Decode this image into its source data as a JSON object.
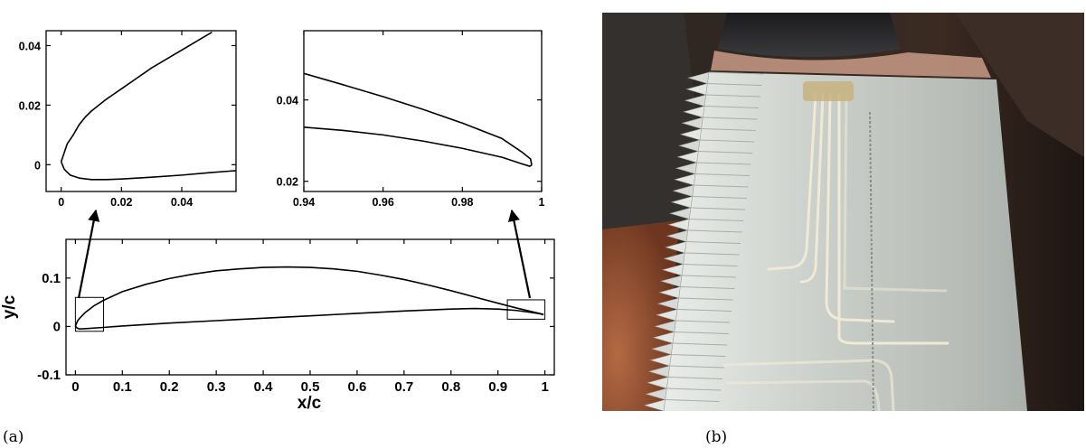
{
  "captions": {
    "a": "(a)",
    "b": "(b)"
  },
  "colors": {
    "ink": "#000000",
    "background": "#ffffff"
  },
  "photo": {
    "description_icon": "wind-tunnel-airfoil-model-photo",
    "colors": {
      "background_dark": "#2a211c",
      "model_face": "#cfd3cf",
      "wood": "#8a4a2c",
      "tube": "#e8e4d6"
    }
  },
  "chart_data": [
    {
      "type": "line",
      "panel": "main-airfoil",
      "xlabel": "x/c",
      "ylabel": "y/c",
      "xlim": [
        -0.02,
        1.02
      ],
      "ylim": [
        -0.1,
        0.18
      ],
      "xticks": [
        0,
        0.1,
        0.2,
        0.3,
        0.4,
        0.5,
        0.6,
        0.7,
        0.8,
        0.9,
        1
      ],
      "xticklabels": [
        "0",
        "0.1",
        "0.2",
        "0.3",
        "0.4",
        "0.5",
        "0.6",
        "0.7",
        "0.8",
        "0.9",
        "1"
      ],
      "yticks": [
        -0.1,
        0,
        0.1
      ],
      "yticklabels": [
        "-0.1",
        "0",
        "0.1"
      ],
      "grid": false,
      "upper_surface": [
        [
          0.0,
          0.001
        ],
        [
          0.005,
          0.012
        ],
        [
          0.01,
          0.018
        ],
        [
          0.02,
          0.028
        ],
        [
          0.04,
          0.043
        ],
        [
          0.06,
          0.054
        ],
        [
          0.1,
          0.072
        ],
        [
          0.15,
          0.087
        ],
        [
          0.2,
          0.099
        ],
        [
          0.25,
          0.108
        ],
        [
          0.3,
          0.115
        ],
        [
          0.35,
          0.119
        ],
        [
          0.4,
          0.122
        ],
        [
          0.45,
          0.123
        ],
        [
          0.5,
          0.122
        ],
        [
          0.55,
          0.119
        ],
        [
          0.6,
          0.114
        ],
        [
          0.65,
          0.106
        ],
        [
          0.7,
          0.097
        ],
        [
          0.75,
          0.086
        ],
        [
          0.8,
          0.074
        ],
        [
          0.85,
          0.061
        ],
        [
          0.9,
          0.048
        ],
        [
          0.94,
          0.038
        ],
        [
          0.97,
          0.031
        ],
        [
          0.997,
          0.025
        ]
      ],
      "lower_surface": [
        [
          0.0,
          0.001
        ],
        [
          0.003,
          -0.003
        ],
        [
          0.008,
          -0.005
        ],
        [
          0.015,
          -0.005
        ],
        [
          0.03,
          -0.004
        ],
        [
          0.06,
          -0.002
        ],
        [
          0.1,
          0.001
        ],
        [
          0.2,
          0.007
        ],
        [
          0.3,
          0.012
        ],
        [
          0.4,
          0.017
        ],
        [
          0.5,
          0.022
        ],
        [
          0.6,
          0.027
        ],
        [
          0.7,
          0.032
        ],
        [
          0.8,
          0.036
        ],
        [
          0.85,
          0.037
        ],
        [
          0.9,
          0.036
        ],
        [
          0.94,
          0.033
        ],
        [
          0.97,
          0.029
        ],
        [
          0.99,
          0.026
        ],
        [
          0.997,
          0.024
        ]
      ],
      "zoom_regions": [
        {
          "x": [
            0.0,
            0.06
          ],
          "y": [
            -0.01,
            0.06
          ]
        },
        {
          "x": [
            0.92,
            1.0
          ],
          "y": [
            0.015,
            0.055
          ]
        }
      ]
    },
    {
      "type": "line",
      "panel": "leading-edge-zoom",
      "xlabel": "",
      "ylabel": "",
      "xlim": [
        -0.005,
        0.058
      ],
      "ylim": [
        -0.009,
        0.045
      ],
      "xticks": [
        0,
        0.02,
        0.04
      ],
      "xticklabels": [
        "0",
        "0.02",
        "0.04"
      ],
      "yticks": [
        0,
        0.02,
        0.04
      ],
      "yticklabels": [
        "0",
        "0.02",
        "0.04"
      ],
      "grid": false,
      "upper_surface": [
        [
          0.0,
          0.001
        ],
        [
          0.001,
          0.004
        ],
        [
          0.002,
          0.007
        ],
        [
          0.004,
          0.01
        ],
        [
          0.006,
          0.0135
        ],
        [
          0.008,
          0.016
        ],
        [
          0.01,
          0.018
        ],
        [
          0.015,
          0.022
        ],
        [
          0.02,
          0.0255
        ],
        [
          0.025,
          0.029
        ],
        [
          0.03,
          0.0325
        ],
        [
          0.035,
          0.0355
        ],
        [
          0.04,
          0.0385
        ],
        [
          0.045,
          0.0415
        ],
        [
          0.05,
          0.0445
        ]
      ],
      "lower_surface": [
        [
          0.0,
          0.001
        ],
        [
          0.001,
          -0.0015
        ],
        [
          0.003,
          -0.0035
        ],
        [
          0.006,
          -0.0045
        ],
        [
          0.01,
          -0.005
        ],
        [
          0.015,
          -0.005
        ],
        [
          0.02,
          -0.0048
        ],
        [
          0.03,
          -0.0042
        ],
        [
          0.04,
          -0.0035
        ],
        [
          0.05,
          -0.0026
        ],
        [
          0.058,
          -0.002
        ]
      ]
    },
    {
      "type": "line",
      "panel": "trailing-edge-zoom",
      "xlabel": "",
      "ylabel": "",
      "xlim": [
        0.94,
        1.0
      ],
      "ylim": [
        0.0175,
        0.057
      ],
      "xticks": [
        0.94,
        0.96,
        0.98,
        1.0
      ],
      "xticklabels": [
        "0.94",
        "0.96",
        "0.98",
        "1"
      ],
      "yticks": [
        0.02,
        0.04
      ],
      "yticklabels": [
        "0.02",
        "0.04"
      ],
      "grid": false,
      "upper_surface": [
        [
          0.94,
          0.0465
        ],
        [
          0.95,
          0.0437
        ],
        [
          0.96,
          0.0408
        ],
        [
          0.97,
          0.0377
        ],
        [
          0.98,
          0.0343
        ],
        [
          0.99,
          0.0305
        ],
        [
          0.995,
          0.0272
        ],
        [
          0.9972,
          0.0255
        ],
        [
          0.9975,
          0.024
        ]
      ],
      "lower_surface": [
        [
          0.94,
          0.0333
        ],
        [
          0.95,
          0.0325
        ],
        [
          0.96,
          0.0314
        ],
        [
          0.97,
          0.0299
        ],
        [
          0.98,
          0.0281
        ],
        [
          0.99,
          0.0259
        ],
        [
          0.995,
          0.0243
        ],
        [
          0.997,
          0.0237
        ],
        [
          0.9975,
          0.024
        ]
      ]
    }
  ]
}
